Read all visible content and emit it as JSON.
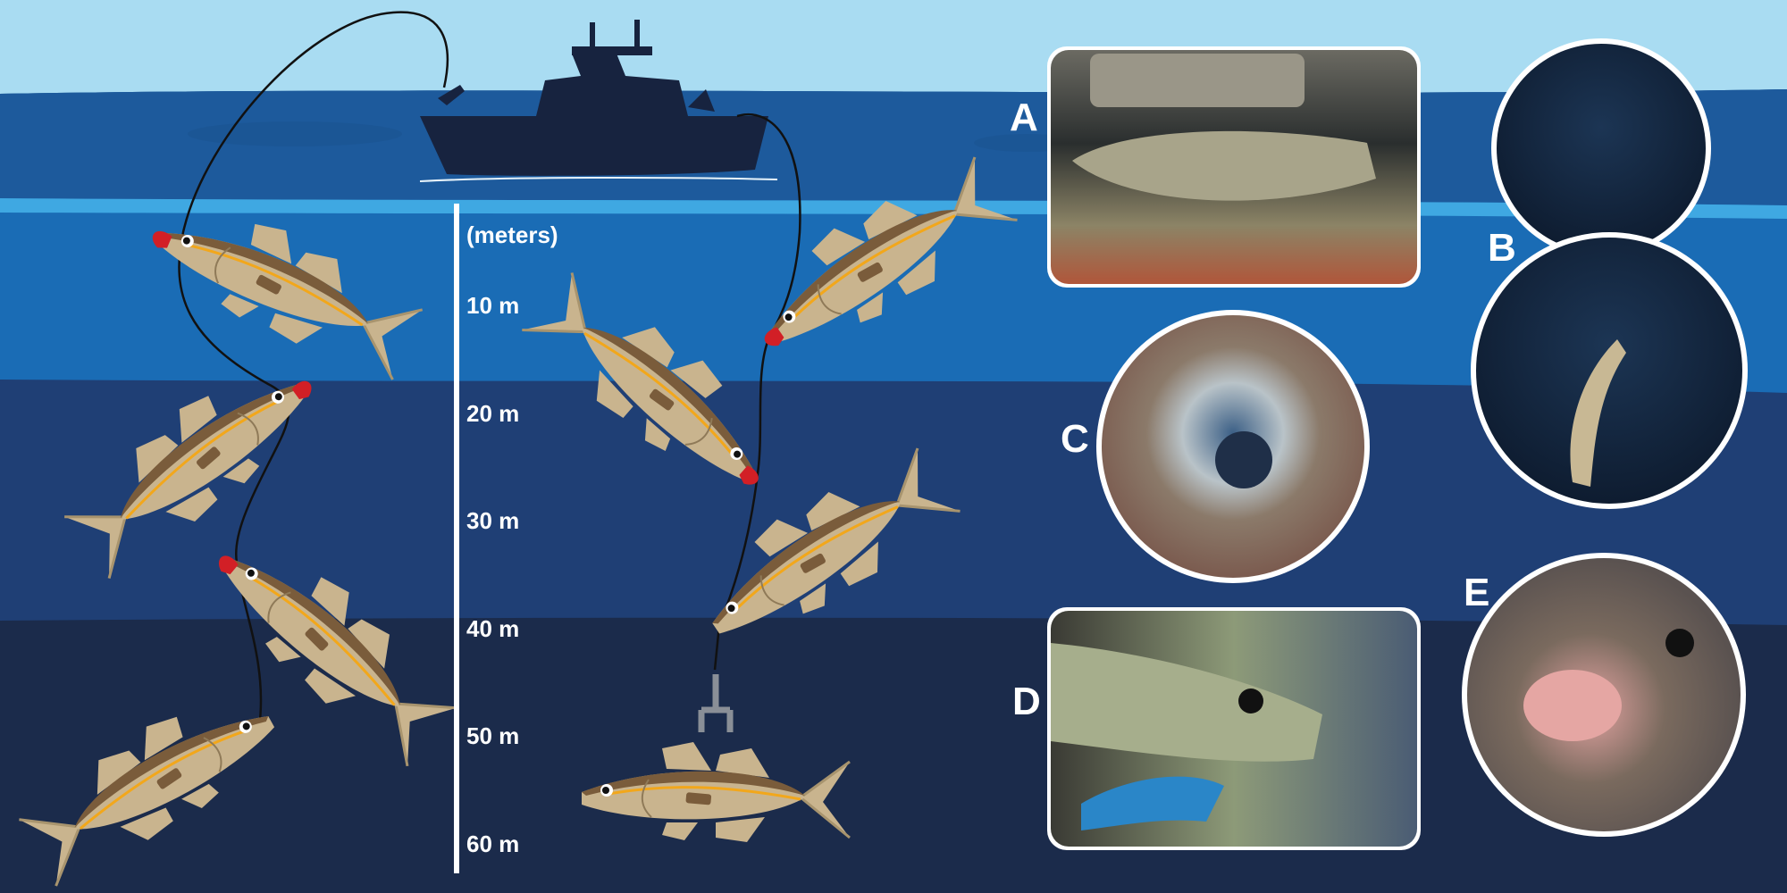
{
  "depth_scale": {
    "unit_label": "(meters)",
    "ticks": [
      "10 m",
      "20 m",
      "30 m",
      "40 m",
      "50 m",
      "60 m"
    ]
  },
  "photo_panels": [
    {
      "label": "A"
    },
    {
      "label": "B"
    },
    {
      "label": "C"
    },
    {
      "label": "D"
    },
    {
      "label": "E"
    }
  ],
  "colors": {
    "sky": "#a9dcf2",
    "surface": "#1d5a9c",
    "shallow": "#1a6cb5",
    "mid": "#1f3f75",
    "deep": "#1b2b4b",
    "fish_body": "#c9b48e",
    "fish_lip": "#d21f26",
    "boat": "#17233f"
  }
}
